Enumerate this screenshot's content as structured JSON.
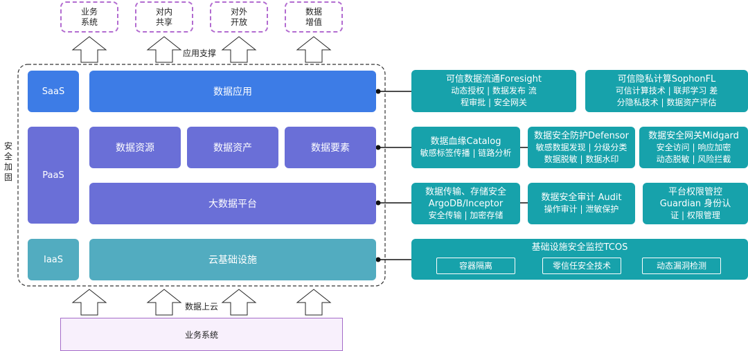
{
  "outputs": [
    {
      "line1": "业务",
      "line2": "系统"
    },
    {
      "line1": "对内",
      "line2": "共享"
    },
    {
      "line1": "对外",
      "line2": "开放"
    },
    {
      "line1": "数据",
      "line2": "增值"
    }
  ],
  "app_support_label": "应用支撑",
  "data_cloud_label": "数据上云",
  "security_label": "安全加固",
  "security_chars": [
    "安",
    "全",
    "加",
    "固"
  ],
  "layers": {
    "saas": "SaaS",
    "paas": "PaaS",
    "iaas": "IaaS"
  },
  "blocks": {
    "data_app": "数据应用",
    "resources": "数据资源",
    "assets": "数据资产",
    "elements": "数据要素",
    "bigdata": "大数据平台",
    "cloud": "云基础设施"
  },
  "bottom_box": "业务系统",
  "products": {
    "foresight": {
      "title": "可信数据流通Foresight",
      "l1": "动态授权 | 数据发布 流",
      "l2": "程审批 | 安全网关"
    },
    "sophon": {
      "title": "可信隐私计算SophonFL",
      "l1": "可信计算技术 | 联邦学习 差",
      "l2": "分隐私技术 | 数据资产评估"
    },
    "catalog": {
      "title": "数据血缘Catalog",
      "l1": "敏感标签传播 | 链路分析"
    },
    "defensor": {
      "title": "数据安全防护Defensor",
      "l1": "敏感数据发现 | 分级分类",
      "l2": "数据脱敏 | 数据水印"
    },
    "midgard": {
      "title": "数据安全网关Midgard",
      "l1": "安全访问 | 响应加密",
      "l2": "动态脱敏 | 风险拦截"
    },
    "argodb": {
      "title": "数据传输、存储安全",
      "title2": "ArgoDB/Inceptor",
      "l1": "安全传输 | 加密存储"
    },
    "audit": {
      "title": "数据安全审计 Audit",
      "l1": "操作审计 | 泄敏保护"
    },
    "guardian": {
      "title": "平台权限管控",
      "title2": "Guardian 身份认",
      "l1": "证 | 权限管理"
    },
    "tcos": {
      "title": "基础设施安全监控TCOS",
      "chips": [
        "容器隔离",
        "零信任安全技术",
        "动态漏洞检测"
      ]
    }
  },
  "colors": {
    "saas": "#3d7ce6",
    "paas": "#6a6fd7",
    "iaas": "#52acc0",
    "teal": "#17a2ab",
    "dash": "#b26bd0"
  }
}
